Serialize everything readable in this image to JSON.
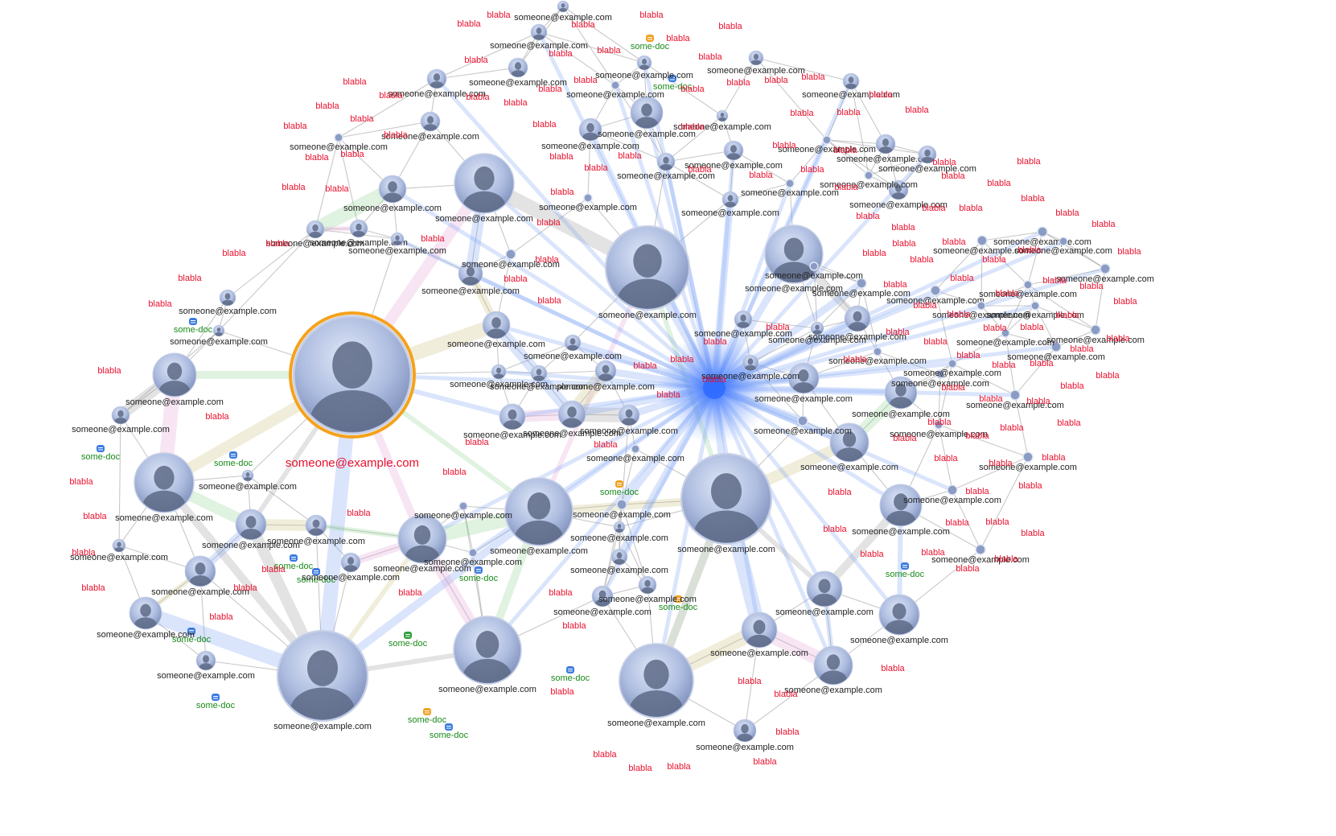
{
  "graph": {
    "person_label": "someone@example.com",
    "topic_label": "blabla",
    "doc_label": "some-doc",
    "selected_label": "someone@example.com",
    "colors": {
      "selected_ring": "#f4a21c",
      "selected_label": "#e8112d",
      "topic_text": "#e8112d",
      "doc_text": "#1a8a1a",
      "person_text": "#222222",
      "hub_glow": "#2f6bff",
      "edge_blue": "#7aa3f5",
      "edge_green": "#8fcf8f",
      "edge_pink": "#e3a0d6",
      "edge_olive": "#c9c07a",
      "edge_gray": "#9a9a9a",
      "avatar_light": "#cdd8ef",
      "avatar_dark": "#7f93bf",
      "silhouette": "#5d6a86"
    },
    "person_count": 128,
    "topic_count": 150,
    "doc_count": 18
  }
}
